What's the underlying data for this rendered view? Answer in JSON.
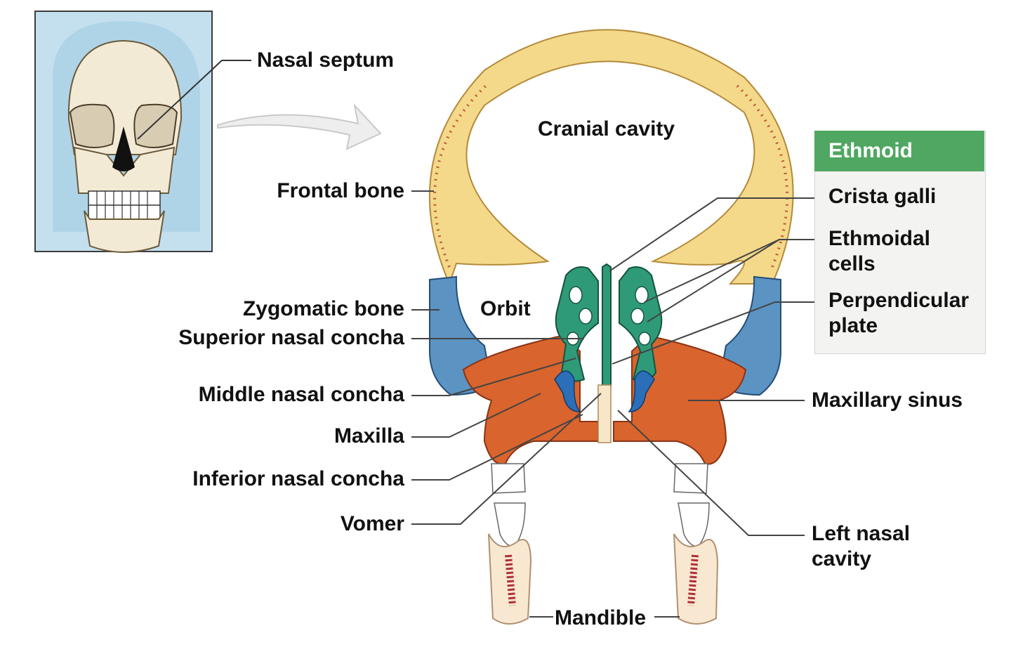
{
  "labels": {
    "nasal_septum": "Nasal septum",
    "cranial_cavity": "Cranial cavity",
    "frontal_bone": "Frontal bone",
    "orbit": "Orbit",
    "zygomatic_bone": "Zygomatic bone",
    "superior_nasal_concha": "Superior nasal concha",
    "middle_nasal_concha": "Middle nasal concha",
    "maxilla": "Maxilla",
    "inferior_nasal_concha": "Inferior nasal concha",
    "vomer": "Vomer",
    "mandible": "Mandible",
    "maxillary_sinus": "Maxillary sinus",
    "left_nasal_cavity_1": "Left nasal",
    "left_nasal_cavity_2": "cavity"
  },
  "ethmoid_key": {
    "header": "Ethmoid",
    "items": [
      "Crista galli",
      "Ethmoidal",
      "cells",
      "Perpendicular",
      "plate"
    ]
  },
  "colors": {
    "frontal": "#f4d98a",
    "ethmoid": "#2f9a78",
    "zygomatic": "#5b93c2",
    "maxilla": "#d9642e",
    "conchae": "#2a6fb8",
    "key_header": "#4fa761"
  }
}
